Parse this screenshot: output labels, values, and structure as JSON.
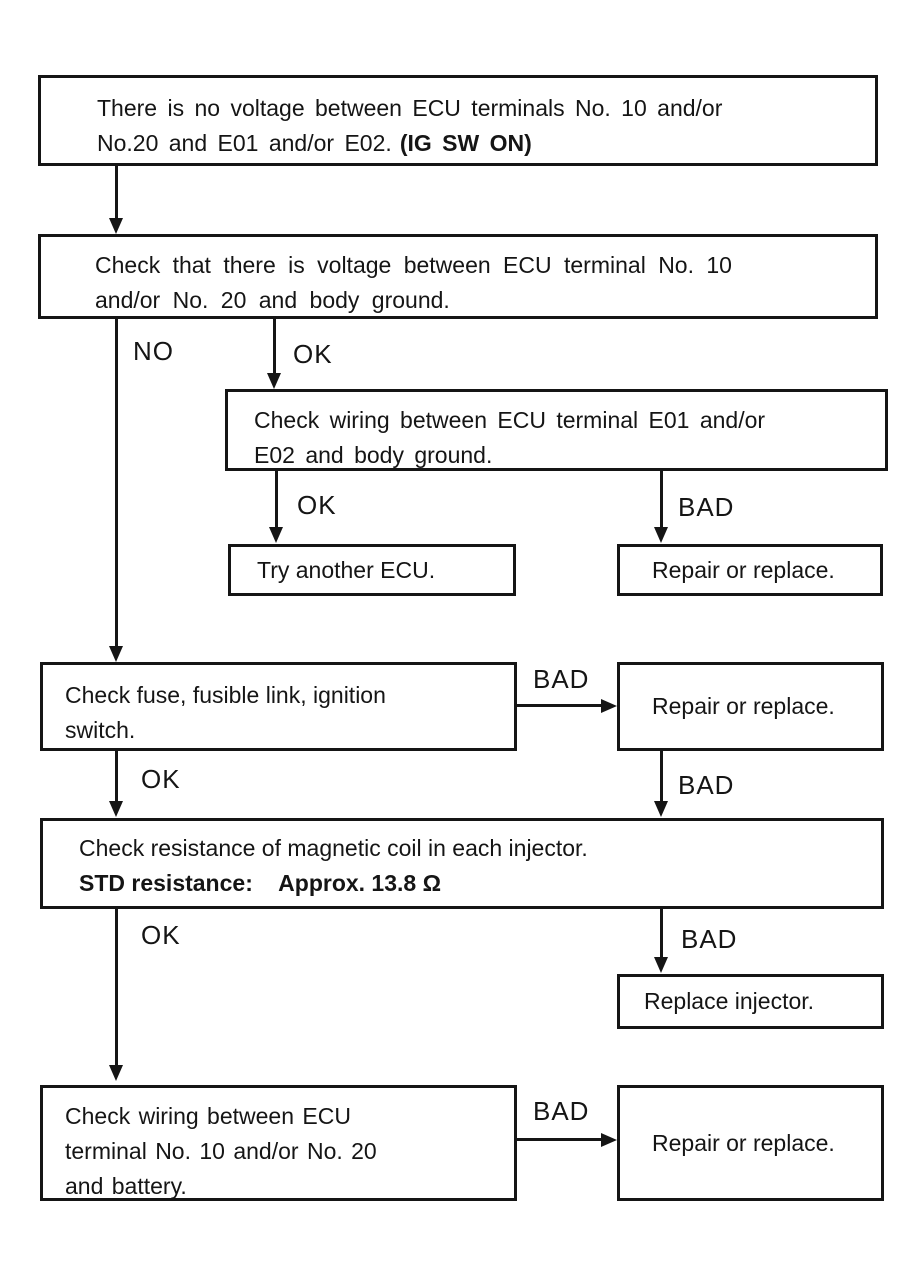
{
  "flowchart": {
    "colors": {
      "ink": "#151515",
      "background": "#ffffff"
    },
    "nodes": {
      "start": {
        "lines": [
          "There is no voltage between ECU terminals No. 10 and/or",
          "No.20 and E01 and/or E02."
        ],
        "bold_suffix": "(IG SW ON)"
      },
      "check_voltage": {
        "lines": [
          "Check that there is voltage between ECU terminal No. 10",
          "and/or No. 20 and body ground."
        ]
      },
      "check_wiring_ground": {
        "lines": [
          "Check wiring between ECU terminal E01 and/or",
          "E02 and body ground."
        ]
      },
      "try_another_ecu": {
        "text": "Try another ECU."
      },
      "repair_replace_1": {
        "text": "Repair or replace."
      },
      "check_fuse": {
        "lines": [
          "Check fuse, fusible link, ignition",
          "switch."
        ]
      },
      "repair_replace_2": {
        "text": "Repair or replace."
      },
      "check_resistance": {
        "line1": "Check resistance of magnetic coil in each injector.",
        "bold_label": "STD resistance:",
        "bold_value": "Approx. 13.8 Ω"
      },
      "replace_injector": {
        "text": "Replace injector."
      },
      "check_wiring_battery": {
        "lines": [
          "Check wiring between ECU",
          "terminal No. 10 and/or No. 20",
          "and battery."
        ]
      },
      "repair_replace_3": {
        "text": "Repair or replace."
      }
    },
    "edge_labels": {
      "no_1": "NO",
      "ok_1": "OK",
      "ok_2": "OK",
      "ok_3": "OK",
      "ok_4": "OK",
      "bad_1": "BAD",
      "bad_2": "BAD",
      "bad_3": "BAD",
      "bad_4": "BAD",
      "bad_5": "BAD"
    }
  }
}
